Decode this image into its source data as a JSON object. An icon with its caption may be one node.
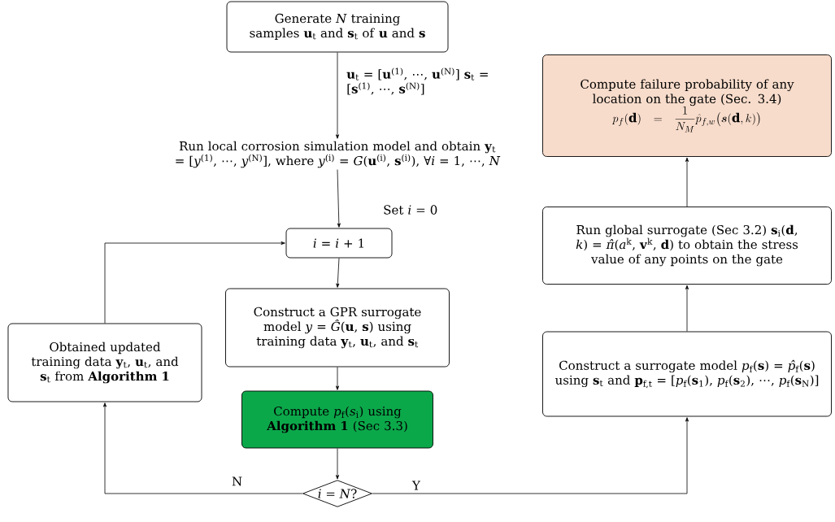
{
  "diagram": {
    "nodes": [
      {
        "text": [
          "Generate *N* training samples **u**$_{t}$ and **s**$_{t}$ of **u** and **s**"
        ]
      },
      {
        "text": [
          "Run local corrosion simulation model and obtain **y**$_{t}$ = [*y*$^{(1)}$, ⋯, *y*$^{(N)}$], where *y*$^{(i)}$ = *G*(**u**$^{(i)}$, **s**$^{(i)}$), ∀*i* = 1, ⋯, *N*"
        ]
      },
      {
        "text": [
          "*i* = *i* + 1"
        ]
      },
      {
        "text": [
          "Construct a GPR surrogate model *y* = *Ĝ*(**u**, **s**) using training data **y**$_{t}$, **u**$_{t}$, and **s**$_{t}$"
        ]
      },
      {
        "text": [
          "Compute *p*$_{f}$(*s*$_{i}$) using **Algorithm 1** (Sec 3.3)"
        ]
      },
      {
        "text": [
          "*i* = *N*?"
        ]
      },
      {
        "text": [
          "Obtained updated training data **y**$_{t}$, **u**$_{t}$, and **s**$_{t}$ from **Algorithm 1**"
        ]
      },
      {
        "text": [
          "Construct a surrogate model *p*$_{f}$(**s**) = *p̂*$_{f}$(**s**) using **s**$_{t}$ and **p**$_{f,t}$ = [*p*$_{f}$(**s**$_{1}$), *p*$_{f}$(**s**$_{2}$), ⋯, *p*$_{f}$(**s**$_{N}$)]"
        ]
      },
      {
        "text": [
          "Run global surrogate (Sec 3.2) **s**$_{i}$(**d**, *k*) = *π̂*(*a*$^{k}$, **v**$^{k}$, **d**) to obtain the stress value of any points on the gate"
        ]
      },
      {
        "text": [
          "Compute failure probability of any location on the gate (Sec. 3.4)",
          "p_f(\\mathbf{d}) = \\frac{1}{N_M}\\hat{p}_{f,w}\\big(\\boldsymbol{s}(\\mathbf{d},k)\\big)"
        ]
      }
    ],
    "edges": [
      {
        "from": 0,
        "to": 1,
        "arrow": "to",
        "label": "**u**$_{t}$ = [**u**$^{(1)}$, ⋯, **u**$^{(N)}$] **s**$_{t}$ = [**s**$^{(1)}$, ⋯, **s**$^{(N)}$]"
      },
      {
        "from": 1,
        "to": 2,
        "arrow": "to",
        "label": "Set *i* = 0"
      },
      {
        "from": 2,
        "to": 3,
        "arrow": "to"
      },
      {
        "from": 3,
        "to": 4,
        "arrow": "to"
      },
      {
        "from": 4,
        "to": 5,
        "arrow": "to"
      },
      {
        "from": 5,
        "to": 6,
        "arrow": "to",
        "label": "N"
      },
      {
        "from": 6,
        "to": 2,
        "arrow": "to"
      },
      {
        "from": 5,
        "to": 7,
        "arrow": "to",
        "label": "Y"
      },
      {
        "from": 7,
        "to": 8,
        "arrow": "to"
      },
      {
        "from": 8,
        "to": 9,
        "arrow": "to"
      }
    ]
  }
}
